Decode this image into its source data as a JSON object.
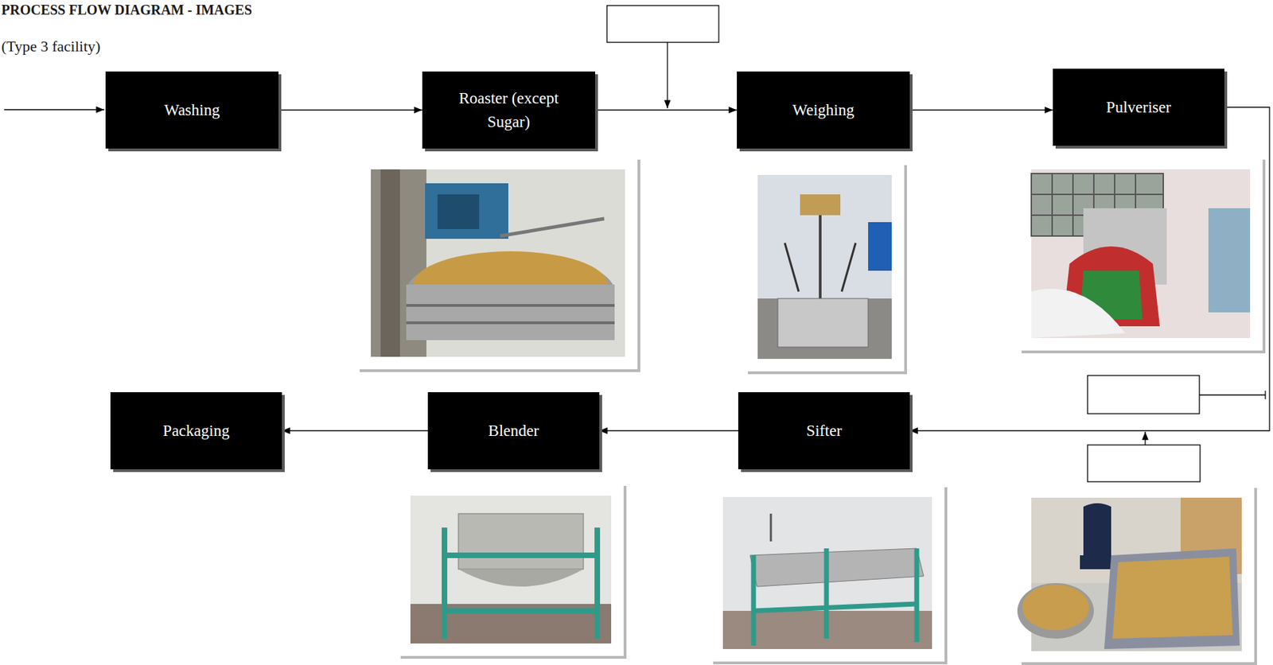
{
  "diagram": {
    "title": "PROCESS FLOW DIAGRAM - IMAGES",
    "nodes": [
      {
        "text": [
          "Washing"
        ]
      },
      {
        "text": [
          "Roaster (except Sugar)"
        ]
      },
      {
        "text": [
          "Weighing"
        ]
      },
      {
        "text": [
          "Pulveriser"
        ]
      },
      {
        "text": [
          "Sifter"
        ]
      },
      {
        "text": [
          "Blender"
        ]
      },
      {
        "text": [
          "Packaging"
        ]
      }
    ],
    "edges": [
      {
        "from": 0,
        "to": 1,
        "arrow": "to"
      },
      {
        "from": 1,
        "to": 2,
        "arrow": "to"
      },
      {
        "from": 2,
        "to": 3,
        "arrow": "to"
      },
      {
        "from": 3,
        "to": 4,
        "arrow": "to"
      },
      {
        "from": 4,
        "to": 5,
        "arrow": "to"
      },
      {
        "from": 5,
        "to": 6,
        "arrow": "to"
      }
    ],
    "labels": [
      "(Type 3 facility)"
    ]
  }
}
